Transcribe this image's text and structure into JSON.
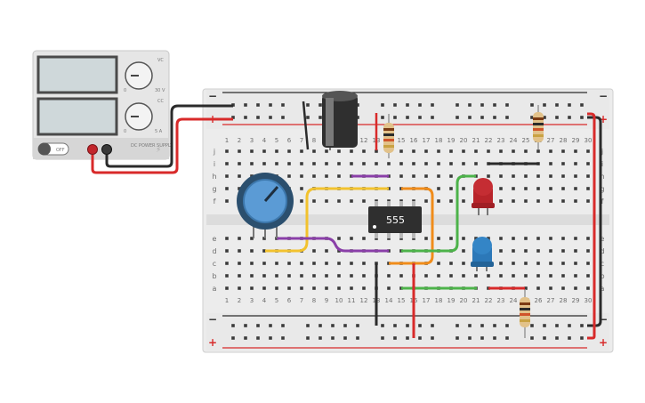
{
  "breadboard": {
    "rail_minus": "−",
    "rail_plus": "+",
    "columns": [
      "1",
      "2",
      "3",
      "4",
      "5",
      "6",
      "7",
      "8",
      "9",
      "10",
      "11",
      "12",
      "13",
      "14",
      "15",
      "16",
      "17",
      "18",
      "19",
      "20",
      "21",
      "22",
      "23",
      "24",
      "25",
      "26",
      "27",
      "28",
      "29",
      "30"
    ],
    "rows_top": [
      "j",
      "i",
      "h",
      "g",
      "f"
    ],
    "rows_bottom": [
      "e",
      "d",
      "c",
      "b",
      "a"
    ]
  },
  "chip": {
    "label": "555"
  },
  "power_supply": {
    "switch_label": "OFF",
    "voltage_knob_label": "VC",
    "current_knob_label": "CC",
    "voltage_max": "30 V",
    "current_max": "5 A",
    "knob_min": "0",
    "brand": "DC POWER SUPPLY"
  },
  "colors": {
    "wire_red": "#d82a2a",
    "wire_black": "#2b2b2b",
    "wire_purple": "#8a3fa8",
    "wire_yellow": "#f2c22e",
    "wire_orange": "#f08c1a",
    "wire_green": "#4db34a",
    "led_red": "#b8242a",
    "led_blue": "#2c78b8",
    "pot_blue": "#5b9bd5",
    "board": "#e9e9e9"
  }
}
